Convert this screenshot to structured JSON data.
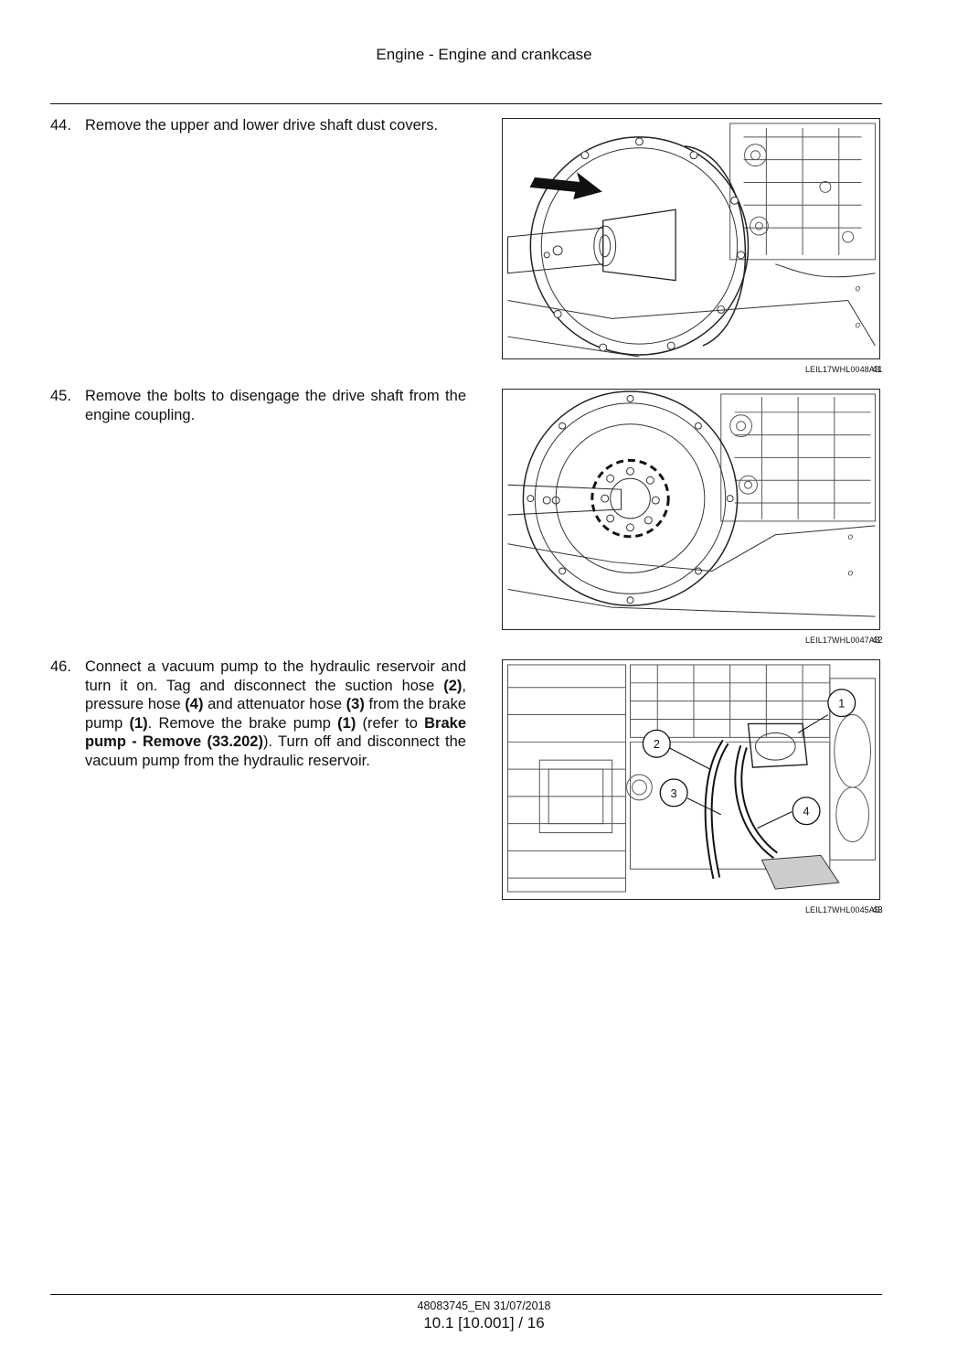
{
  "header": {
    "title": "Engine - Engine and crankcase"
  },
  "steps": [
    {
      "number": "44.",
      "parts": [
        "Remove the upper and lower drive shaft dust covers."
      ],
      "figure": {
        "code": "LEIL17WHL0048AB",
        "number": "41"
      }
    },
    {
      "number": "45.",
      "parts": [
        "Remove the bolts to disengage the drive shaft from the engine coupling."
      ],
      "figure": {
        "code": "LEIL17WHL0047AB",
        "number": "42"
      }
    },
    {
      "number": "46.",
      "parts": [
        "Connect a vacuum pump to the hydraulic reservoir and turn it on. Tag and disconnect the suction hose ",
        "(2)",
        ", pressure hose ",
        "(4)",
        " and attenuator hose ",
        "(3)",
        " from the brake pump ",
        "(1)",
        ". Remove the brake pump ",
        "(1)",
        " (refer to ",
        "Brake pump - Remove (33.202)",
        "). Turn off and disconnect the vacuum pump from the hydraulic reservoir."
      ],
      "figure": {
        "code": "LEIL17WHL0045AB",
        "number": "43",
        "callouts": [
          "1",
          "2",
          "3",
          "4"
        ]
      }
    }
  ],
  "footer": {
    "doc_id": "48083745_EN 31/07/2018",
    "page": "10.1 [10.001] / 16"
  }
}
